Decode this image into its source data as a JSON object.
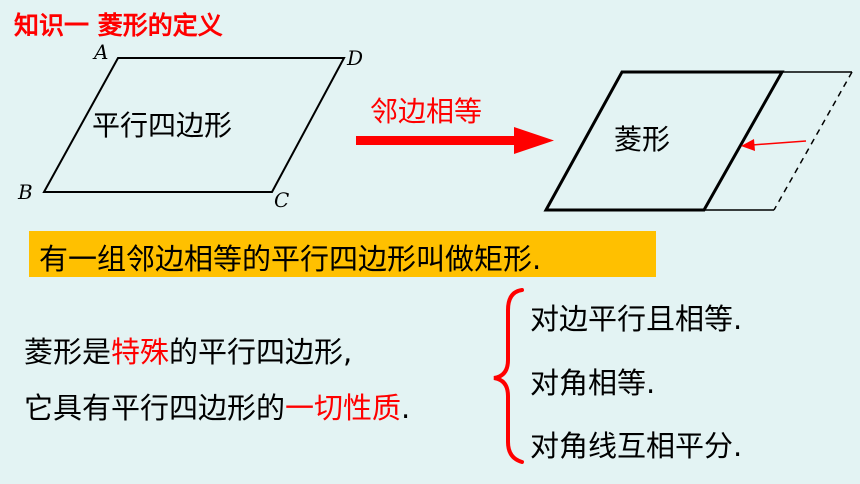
{
  "title": "知识一 菱形的定义",
  "parallelogram": {
    "label": "平行四边形",
    "vertices": {
      "a": "A",
      "b": "B",
      "c": "C",
      "d": "D"
    }
  },
  "arrow_label": "邻边相等",
  "rhombus_label": "菱形",
  "definition": "有一组邻边相等的平行四边形叫做矩形.",
  "statement": {
    "line1_pre": "菱形是",
    "line1_highlight": "特殊",
    "line1_post": "的平行四边形,",
    "line2_pre": "它具有平行四边形的",
    "line2_highlight": "一切性质",
    "line2_post": "."
  },
  "properties": [
    "对边平行且相等.",
    "对角相等.",
    "对角线互相平分."
  ],
  "colors": {
    "background": "#e3f3f3",
    "accent_red": "#ff0000",
    "highlight_box": "#ffc000"
  }
}
